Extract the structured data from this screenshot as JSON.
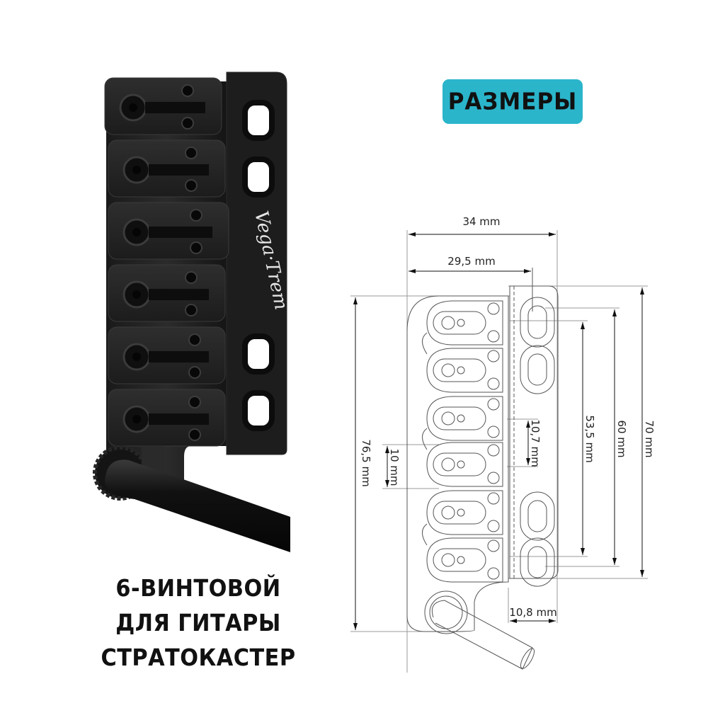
{
  "badge": {
    "label": "РАЗМЕРЫ",
    "color": "#2bb5cb"
  },
  "product_photo": {
    "brand_logo": "Vega·Trem",
    "finish": "black",
    "saddle_count": 6
  },
  "caption": {
    "lines": [
      "6-ВИНТОВОЙ",
      "ДЛЯ ГИТАРЫ",
      "СТРАТОКАСТЕР"
    ]
  },
  "drawing": {
    "dimensions": {
      "overall_width": "34 mm",
      "saddle_width": "29,5 mm",
      "overall_height": "76,5 mm",
      "plate_height": "70 mm",
      "outer_hole_spacing": "60 mm",
      "inner_hole_spacing": "53,5 mm",
      "saddle_pitch": "10,7 mm",
      "saddle_gap": "10 mm",
      "plate_width": "10,8 mm"
    },
    "line_color": "#555555"
  }
}
